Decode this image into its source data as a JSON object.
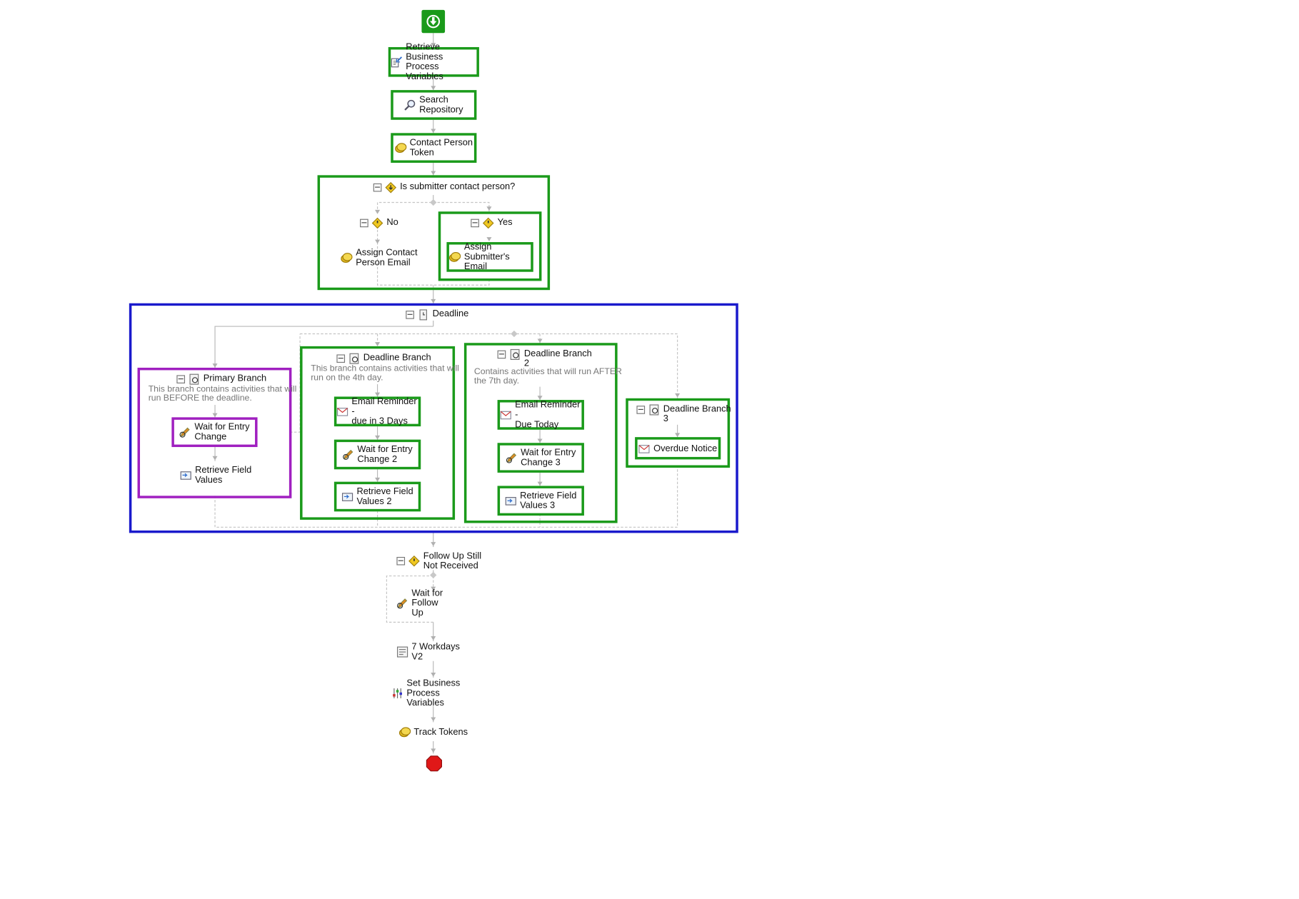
{
  "workflow": {
    "start_icon": "start-arrow-icon",
    "end_icon": "stop-icon",
    "steps_top": {
      "retrieve_vars": "Retrieve Business\nProcess Variables",
      "search_repo": "Search\nRepository",
      "contact_token": "Contact Person\nToken"
    },
    "decision": {
      "title": "Is submitter contact person?",
      "no_label": "No",
      "yes_label": "Yes",
      "no_activity": "Assign Contact\nPerson Email",
      "yes_activity": "Assign\nSubmitter's Email"
    },
    "deadline": {
      "title": "Deadline",
      "primary": {
        "title": "Primary Branch",
        "desc": "This branch contains activities that will\nrun BEFORE the deadline.",
        "wait": "Wait for Entry\nChange",
        "retrieve": "Retrieve Field\nValues"
      },
      "branch1": {
        "title": "Deadline Branch",
        "desc": "This branch contains activities that will\nrun on the 4th day.",
        "email": "Email Reminder -\ndue in 3 Days",
        "wait": "Wait for Entry\nChange 2",
        "retrieve": "Retrieve Field\nValues 2"
      },
      "branch2": {
        "title": "Deadline Branch\n2",
        "desc": "Contains activities that will run AFTER\nthe 7th day.",
        "email": "Email Reminder -\nDue Today",
        "wait": "Wait for Entry\nChange 3",
        "retrieve": "Retrieve Field\nValues 3"
      },
      "branch3": {
        "title": "Deadline Branch\n3",
        "overdue": "Overdue Notice"
      }
    },
    "followup": {
      "title": "Follow Up Still\nNot Received",
      "wait": "Wait for Follow\nUp"
    },
    "steps_bottom": {
      "workdays": "7 Workdays V2",
      "set_vars": "Set Business\nProcess Variables",
      "track": "Track Tokens"
    },
    "colors": {
      "selected_green": "#1a9a1a",
      "deadline_blue": "#1a1acc",
      "primary_purple": "#a020c0",
      "connector": "#b8b8b8"
    }
  }
}
